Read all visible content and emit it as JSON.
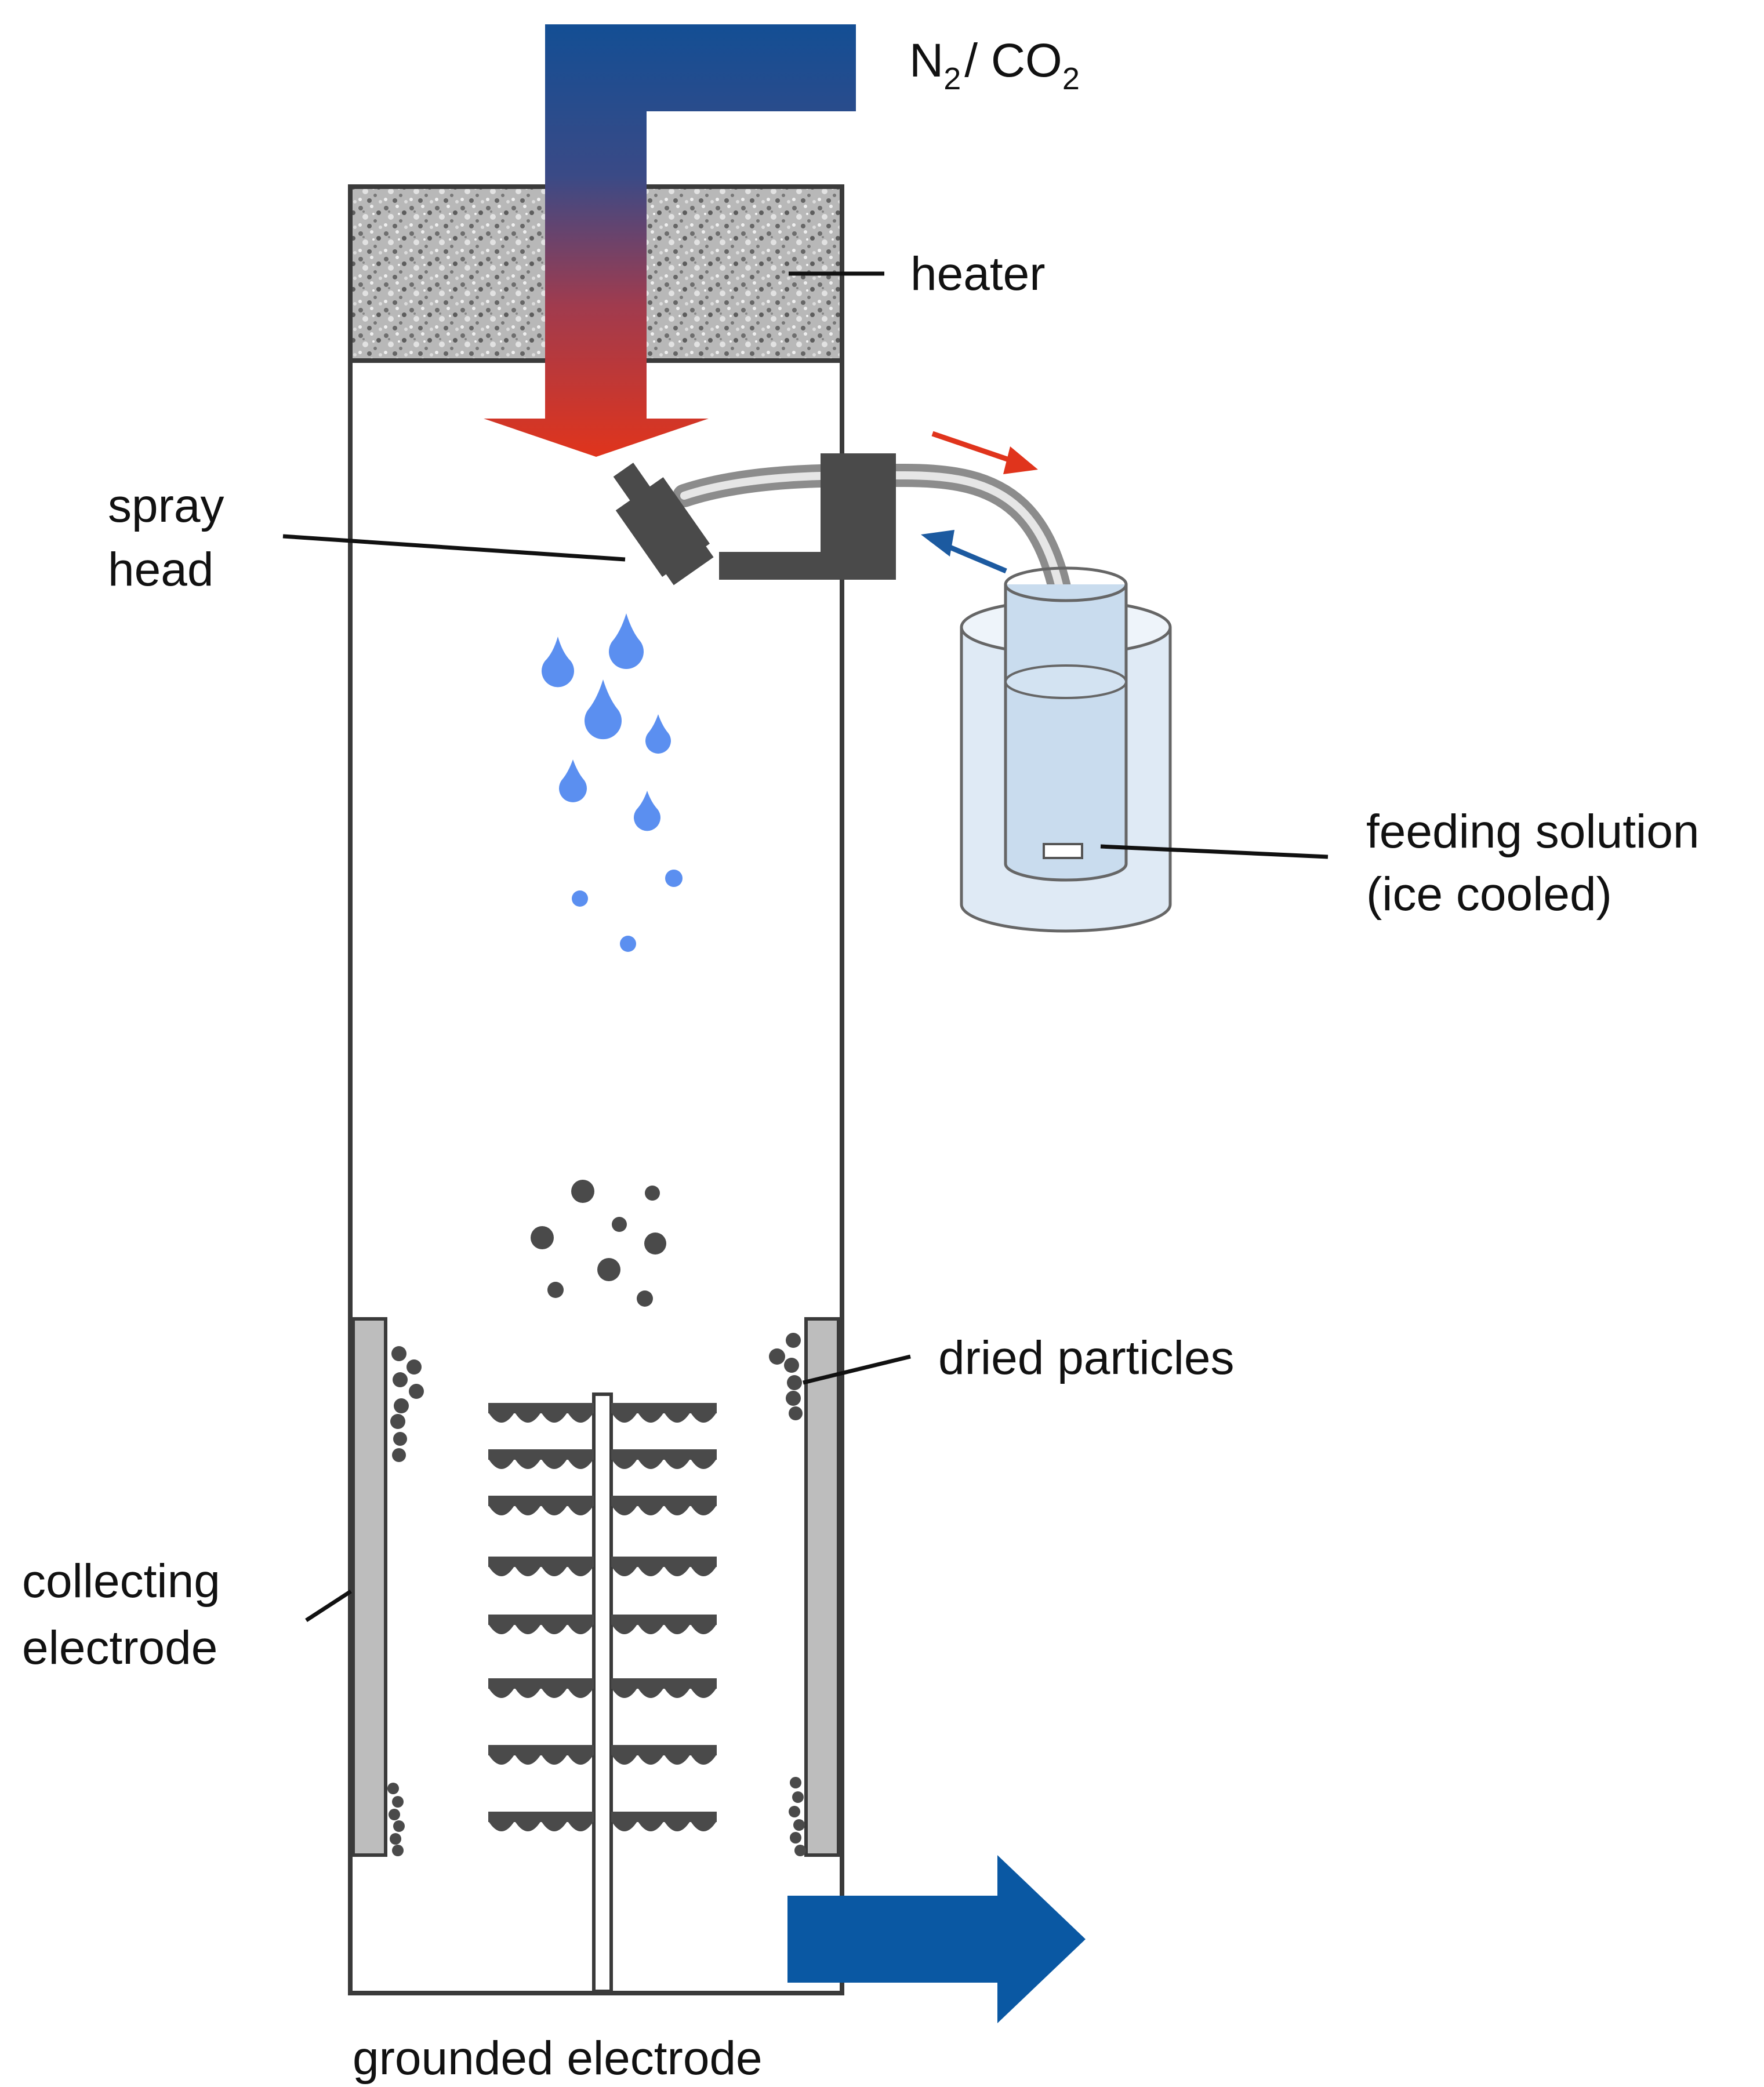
{
  "labels": {
    "gas_main": "N",
    "gas_sub1": "2",
    "gas_mid": "/ CO",
    "gas_sub2": "2",
    "heater": "heater",
    "spray_head": [
      "spray",
      "head"
    ],
    "feeding_solution": [
      "feeding solution",
      "(ice cooled)"
    ],
    "dried_particles": "dried particles",
    "collecting_electrode": [
      "collecting",
      "electrode"
    ],
    "grounded_electrode": "grounded electrode"
  },
  "colors": {
    "gas_inlet_blue": "#134e94",
    "heated_red": "#e0341c",
    "outlet_blue": "#0a58a3",
    "droplet_blue": "#5b8ff0",
    "particle_dark": "#4a4a4a",
    "electrode_grey": "#bdbdbd",
    "solution_fill": "#dfeaf5"
  }
}
